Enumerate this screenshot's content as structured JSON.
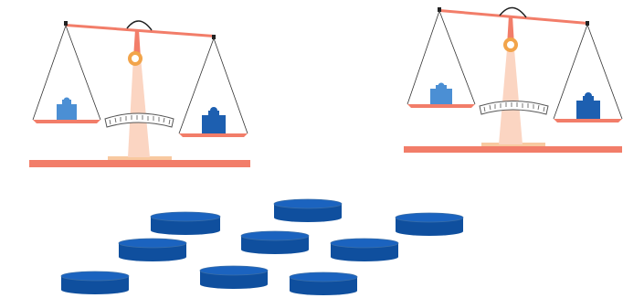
{
  "colors": {
    "background": "#ffffff",
    "salmon": "#f27d69",
    "salmon_light": "#f7a596",
    "pillar_glow": "#fbd5c2",
    "base_pad": "#f8c9a0",
    "pivot_ring": "#f2a44b",
    "pivot_inner": "#ffffff",
    "dial_stroke": "#555555",
    "string": "#333333",
    "weight_light": "#4b8fd4",
    "weight_dark": "#1d5fb0",
    "disc_top": "#1b63bf",
    "disc_side": "#0f4f9e",
    "disc_edge": "#3b6fa8",
    "handle": "#222222"
  },
  "icons": {
    "scale_left": "balance-scale-icon",
    "scale_right": "balance-scale-icon",
    "weight": "weight-icon",
    "disc": "coin-disc-icon"
  },
  "scales": [
    {
      "name": "scale-tilted-left",
      "tilt": "left-side-up"
    },
    {
      "name": "scale-tilted-right",
      "tilt": "left-side-up"
    }
  ],
  "disc_count": 9
}
